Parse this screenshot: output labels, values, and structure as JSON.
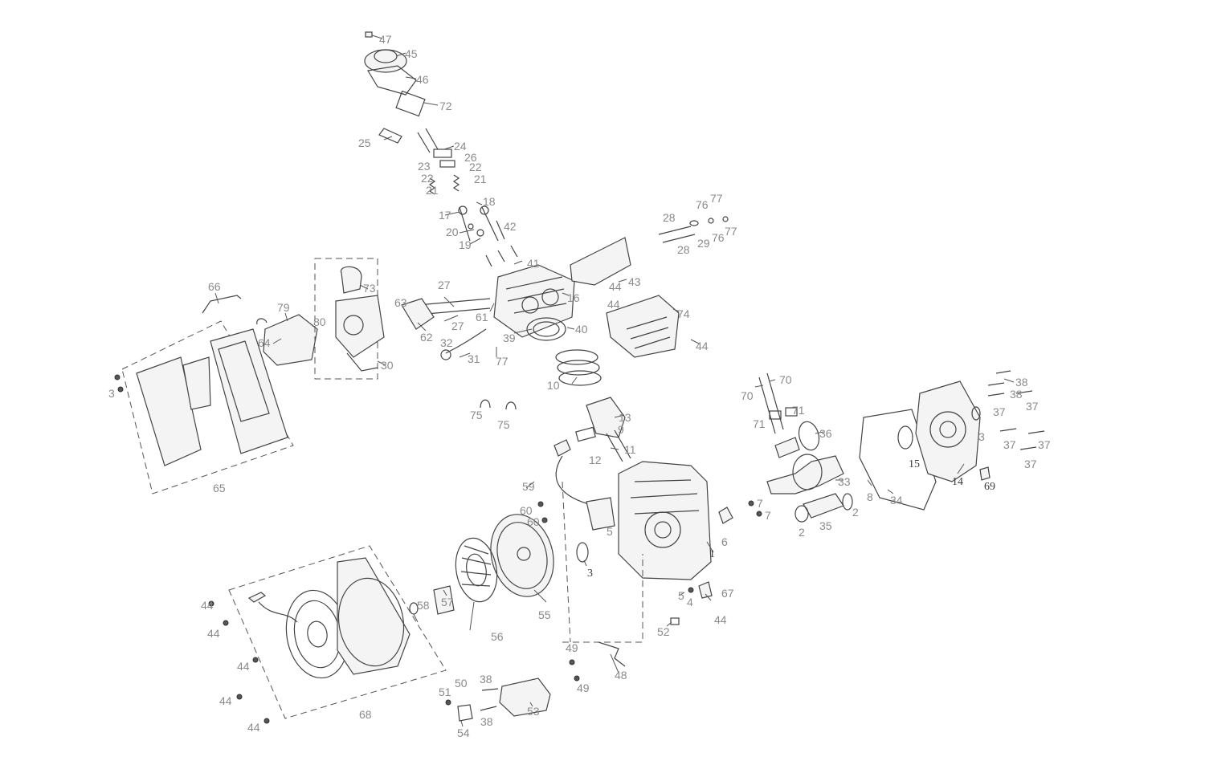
{
  "diagram": {
    "callouts": [
      {
        "id": "c47",
        "text": "47"
      },
      {
        "id": "c45",
        "text": "45"
      },
      {
        "id": "c46",
        "text": "46"
      },
      {
        "id": "c72",
        "text": "72"
      },
      {
        "id": "c25",
        "text": "25"
      },
      {
        "id": "c24",
        "text": "24"
      },
      {
        "id": "c26",
        "text": "26"
      },
      {
        "id": "c23",
        "text": "23"
      },
      {
        "id": "c22a",
        "text": "22"
      },
      {
        "id": "c22b",
        "text": "22"
      },
      {
        "id": "c21a",
        "text": "21"
      },
      {
        "id": "c21b",
        "text": "21"
      },
      {
        "id": "c17",
        "text": "17"
      },
      {
        "id": "c18",
        "text": "18"
      },
      {
        "id": "c20",
        "text": "20"
      },
      {
        "id": "c42",
        "text": "42"
      },
      {
        "id": "c19",
        "text": "19"
      },
      {
        "id": "c41",
        "text": "41"
      },
      {
        "id": "c16",
        "text": "16"
      },
      {
        "id": "c43",
        "text": "43"
      },
      {
        "id": "c44a",
        "text": "44"
      },
      {
        "id": "c44b",
        "text": "44"
      },
      {
        "id": "c74",
        "text": "74"
      },
      {
        "id": "c44c",
        "text": "44"
      },
      {
        "id": "c28a",
        "text": "28"
      },
      {
        "id": "c28b",
        "text": "28"
      },
      {
        "id": "c76a",
        "text": "76"
      },
      {
        "id": "c77a",
        "text": "77"
      },
      {
        "id": "c29",
        "text": "29"
      },
      {
        "id": "c76b",
        "text": "76"
      },
      {
        "id": "c77b",
        "text": "77"
      },
      {
        "id": "c27a",
        "text": "27"
      },
      {
        "id": "c27b",
        "text": "27"
      },
      {
        "id": "c61",
        "text": "61"
      },
      {
        "id": "c62",
        "text": "62"
      },
      {
        "id": "c63",
        "text": "63"
      },
      {
        "id": "c39",
        "text": "39"
      },
      {
        "id": "c40",
        "text": "40"
      },
      {
        "id": "c10",
        "text": "10"
      },
      {
        "id": "c32",
        "text": "32"
      },
      {
        "id": "c31",
        "text": "31"
      },
      {
        "id": "c77c",
        "text": "77"
      },
      {
        "id": "c66",
        "text": "66"
      },
      {
        "id": "c79",
        "text": "79"
      },
      {
        "id": "c73",
        "text": "73"
      },
      {
        "id": "c80",
        "text": "80"
      },
      {
        "id": "c64",
        "text": "64"
      },
      {
        "id": "c30",
        "text": "30"
      },
      {
        "id": "c3a",
        "text": "3"
      },
      {
        "id": "c65",
        "text": "65"
      },
      {
        "id": "c75a",
        "text": "75"
      },
      {
        "id": "c75b",
        "text": "75"
      },
      {
        "id": "c13",
        "text": "13"
      },
      {
        "id": "c9",
        "text": "9"
      },
      {
        "id": "c12",
        "text": "12"
      },
      {
        "id": "c11",
        "text": "11"
      },
      {
        "id": "c70a",
        "text": "70"
      },
      {
        "id": "c70b",
        "text": "70"
      },
      {
        "id": "c71a",
        "text": "71"
      },
      {
        "id": "c71b",
        "text": "71"
      },
      {
        "id": "c36",
        "text": "36"
      },
      {
        "id": "c38a",
        "text": "38"
      },
      {
        "id": "c38b",
        "text": "38"
      },
      {
        "id": "c37a",
        "text": "37"
      },
      {
        "id": "c37b",
        "text": "37"
      },
      {
        "id": "c37c",
        "text": "37"
      },
      {
        "id": "c37d",
        "text": "37"
      },
      {
        "id": "c37e",
        "text": "37"
      },
      {
        "id": "c3b",
        "text": "3"
      },
      {
        "id": "c15",
        "text": "15"
      },
      {
        "id": "c14",
        "text": "14"
      },
      {
        "id": "c69",
        "text": "69"
      },
      {
        "id": "c33",
        "text": "33"
      },
      {
        "id": "c8",
        "text": "8"
      },
      {
        "id": "c34",
        "text": "34"
      },
      {
        "id": "c2a",
        "text": "2"
      },
      {
        "id": "c2b",
        "text": "2"
      },
      {
        "id": "c35",
        "text": "35"
      },
      {
        "id": "c7a",
        "text": "7"
      },
      {
        "id": "c7b",
        "text": "7"
      },
      {
        "id": "c6",
        "text": "6"
      },
      {
        "id": "c1",
        "text": "1"
      },
      {
        "id": "c59",
        "text": "59"
      },
      {
        "id": "c60a",
        "text": "60"
      },
      {
        "id": "c60b",
        "text": "60"
      },
      {
        "id": "c5a",
        "text": "5"
      },
      {
        "id": "c3c",
        "text": "3"
      },
      {
        "id": "c5b",
        "text": "5"
      },
      {
        "id": "c4",
        "text": "4"
      },
      {
        "id": "c67",
        "text": "67"
      },
      {
        "id": "c44d",
        "text": "44"
      },
      {
        "id": "c52",
        "text": "52"
      },
      {
        "id": "c55",
        "text": "55"
      },
      {
        "id": "c56",
        "text": "56"
      },
      {
        "id": "c57",
        "text": "57"
      },
      {
        "id": "c58",
        "text": "58"
      },
      {
        "id": "c44e",
        "text": "44"
      },
      {
        "id": "c44f",
        "text": "44"
      },
      {
        "id": "c44g",
        "text": "44"
      },
      {
        "id": "c44h",
        "text": "44"
      },
      {
        "id": "c44i",
        "text": "44"
      },
      {
        "id": "c68",
        "text": "68"
      },
      {
        "id": "c49a",
        "text": "49"
      },
      {
        "id": "c49b",
        "text": "49"
      },
      {
        "id": "c48",
        "text": "48"
      },
      {
        "id": "c51",
        "text": "51"
      },
      {
        "id": "c50",
        "text": "50"
      },
      {
        "id": "c38c",
        "text": "38"
      },
      {
        "id": "c38d",
        "text": "38"
      },
      {
        "id": "c53",
        "text": "53"
      },
      {
        "id": "c54",
        "text": "54"
      }
    ]
  }
}
